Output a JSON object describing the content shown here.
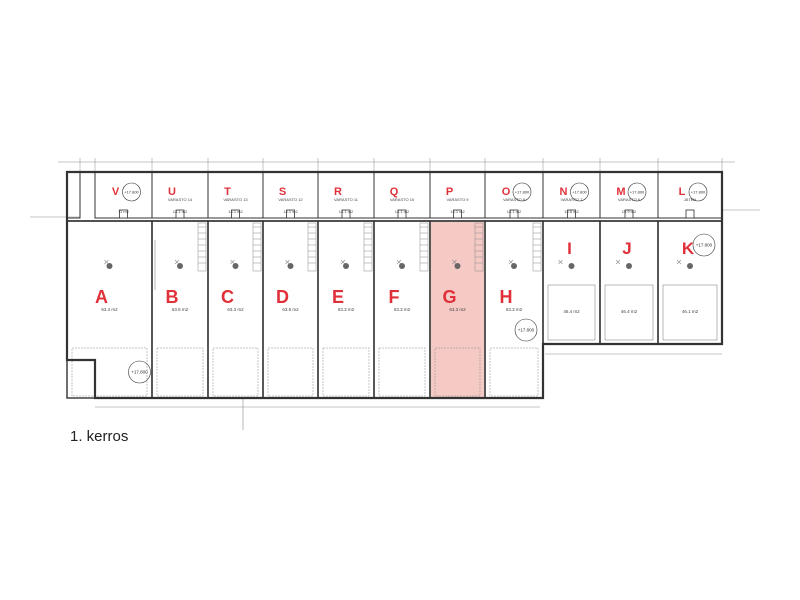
{
  "floor_label": "1. kerros",
  "colors": {
    "letter": "#e0313a",
    "highlight": "#f5c9c4",
    "wall": "#333333",
    "thin": "#8a8a8a"
  },
  "storages": [
    {
      "letter": "V",
      "label": "",
      "area": "11 m2",
      "level": "+17.800"
    },
    {
      "letter": "U",
      "label": "VARASTO 14",
      "area": "14.1 m2"
    },
    {
      "letter": "T",
      "label": "VARASTO 13",
      "area": "14.1 m2"
    },
    {
      "letter": "S",
      "label": "VARASTO 12",
      "area": "14.1 m2"
    },
    {
      "letter": "R",
      "label": "VARASTO 11",
      "area": "14.1 m2"
    },
    {
      "letter": "Q",
      "label": "VARASTO 10",
      "area": "14.1 m2"
    },
    {
      "letter": "P",
      "label": "VARASTO 9",
      "area": "14.1 m2"
    },
    {
      "letter": "O",
      "label": "VARASTO 8",
      "area": "14.1 m2",
      "level": "+17.800"
    },
    {
      "letter": "N",
      "label": "VARASTO 7",
      "area": "15.6 m2",
      "level": "+17.800"
    },
    {
      "letter": "M",
      "label": "VARASTO 6",
      "area": "15.9 m2",
      "level": "+17.800"
    },
    {
      "letter": "L",
      "label": "JÄTEH",
      "area": "",
      "level": "+17.800"
    }
  ],
  "units": [
    {
      "letter": "A",
      "area": "63.4 m2",
      "highlighted": false,
      "level": "+17.800"
    },
    {
      "letter": "B",
      "area": "63.5 m2",
      "highlighted": false
    },
    {
      "letter": "C",
      "area": "63.3 m2",
      "highlighted": false
    },
    {
      "letter": "D",
      "area": "63.5 m2",
      "highlighted": false
    },
    {
      "letter": "E",
      "area": "63.3 m2",
      "highlighted": false
    },
    {
      "letter": "F",
      "area": "63.3 m2",
      "highlighted": false
    },
    {
      "letter": "G",
      "area": "63.3 m2",
      "highlighted": true
    },
    {
      "letter": "H",
      "area": "63.3 m2",
      "highlighted": false,
      "level": "+17.800"
    },
    {
      "letter": "I",
      "area": "46.4 m2",
      "highlighted": false
    },
    {
      "letter": "J",
      "area": "46.4 m2",
      "highlighted": false
    },
    {
      "letter": "K",
      "area": "46.1 m2",
      "highlighted": false,
      "level": "+17.800"
    }
  ]
}
